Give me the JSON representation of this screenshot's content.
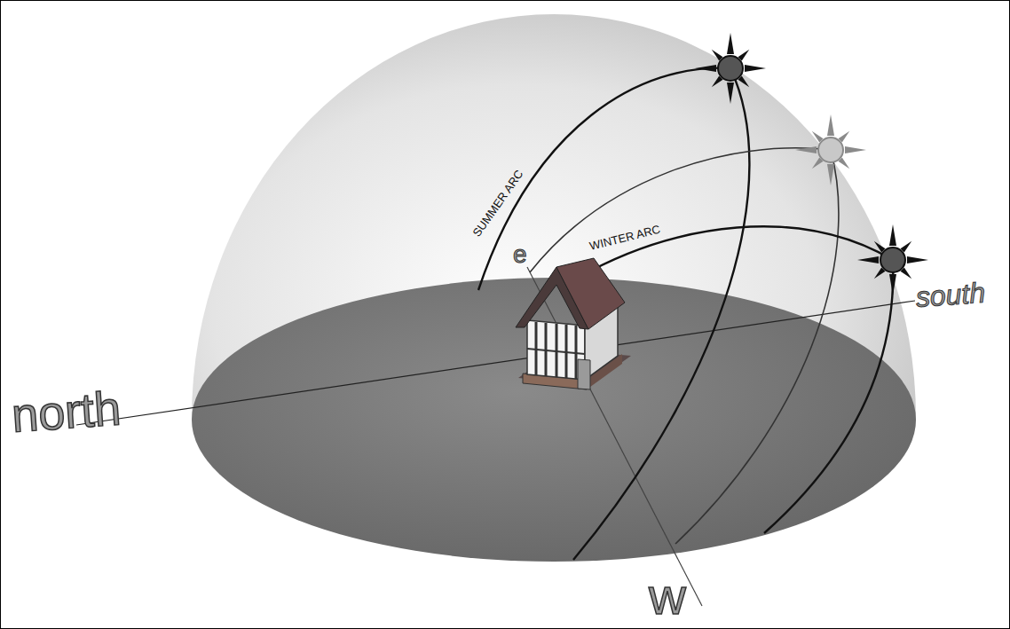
{
  "diagram": {
    "labels": [
      "SUMMER ARC",
      "WINTER ARC",
      "e",
      "north",
      "south",
      "w"
    ]
  }
}
